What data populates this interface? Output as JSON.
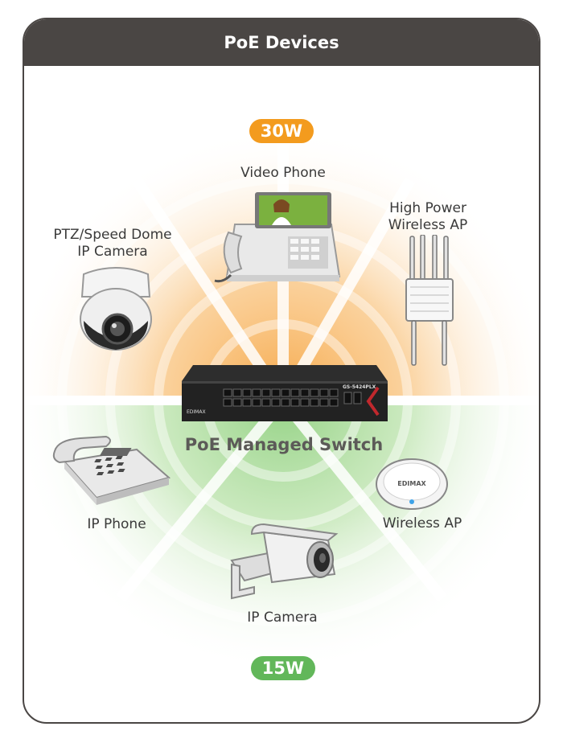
{
  "header": {
    "title": "PoE Devices"
  },
  "badges": {
    "high": {
      "label": "30W",
      "color": "#f39b1e"
    },
    "low": {
      "label": "15W",
      "color": "#62b75a"
    }
  },
  "switch": {
    "label": "PoE Managed Switch",
    "brand": "EDIMAX",
    "model": "GS-5424PLX"
  },
  "devices": {
    "video_phone": {
      "label": "Video Phone",
      "icon": "video-phone-icon"
    },
    "high_power_ap": {
      "line1": "High Power",
      "line2": "Wireless AP",
      "icon": "outdoor-ap-icon"
    },
    "ptz_camera": {
      "line1": "PTZ/Speed Dome",
      "line2": "IP Camera",
      "icon": "dome-camera-icon"
    },
    "ip_phone": {
      "label": "IP Phone",
      "icon": "desk-phone-icon"
    },
    "wireless_ap": {
      "label": "Wireless AP",
      "brand": "EDIMAX",
      "icon": "ceiling-ap-icon"
    },
    "ip_camera": {
      "label": "IP Camera",
      "icon": "bullet-camera-icon"
    }
  },
  "colors": {
    "header_bg": "#4a4644",
    "orange": "#f39b1e",
    "green": "#62b75a"
  }
}
